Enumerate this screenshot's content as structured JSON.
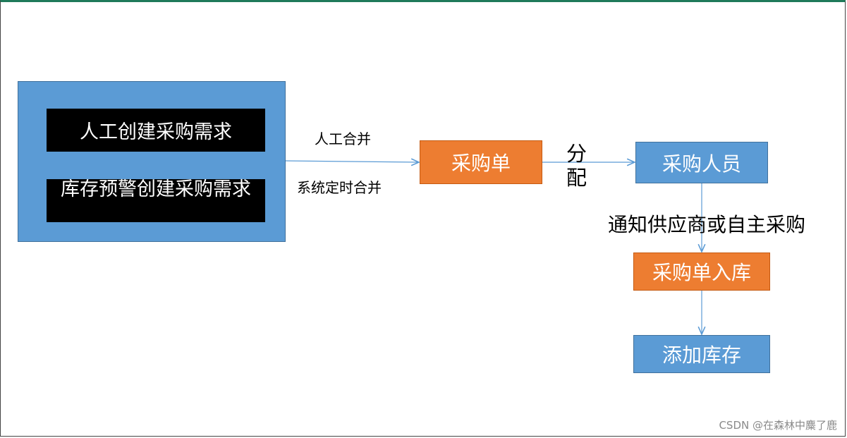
{
  "diagram": {
    "source_box": {
      "item1": "人工创建采购需求",
      "item2": "库存预警创建采购需求"
    },
    "edge_labels": {
      "manual_merge": "人工合并",
      "system_merge": "系统定时合并",
      "assign": "分配",
      "notify": "通知供应商或自主采购"
    },
    "nodes": {
      "purchase_order": "采购单",
      "purchaser": "采购人员",
      "inbound": "采购单入库",
      "add_stock": "添加库存"
    },
    "colors": {
      "blue": "#5b9bd5",
      "orange": "#ed7d31",
      "arrow": "#5b9bd5"
    }
  },
  "watermark": "CSDN @在森林中麋了鹿"
}
